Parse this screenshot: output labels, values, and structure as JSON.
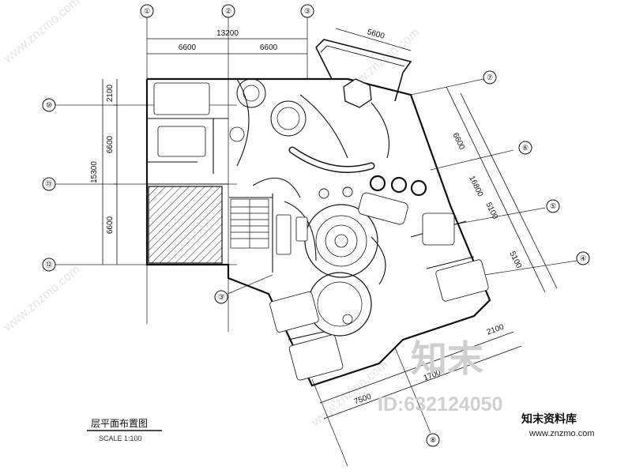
{
  "drawing": {
    "title": "层平面布置图",
    "scale": "SCALE 1:100"
  },
  "axes": {
    "top": [
      "①",
      "②",
      "③"
    ],
    "left": [
      "⑩",
      "⑪",
      "⑫"
    ],
    "right": [
      "⑦",
      "⑥",
      "⑤",
      "④",
      "③"
    ],
    "bottom": [
      "⑧"
    ]
  },
  "dimensions": {
    "top_total": "13200",
    "top_left": "6600",
    "top_right": "6600",
    "top_angled": "5600",
    "left_total": "15300",
    "left_top": "2100",
    "left_mid": "6600",
    "left_bottom": "6600",
    "right_total": "16800",
    "right_a": "6600",
    "right_b": "5100",
    "right_c": "5100",
    "bottom_a": "7500",
    "bottom_b": "1700",
    "bottom_c": "2100"
  },
  "watermark": {
    "brand": "知末",
    "id_text": "ID:632124050",
    "site_name": "知末资料库",
    "url": "www.znzmo.com",
    "diagonal": "www.znzmo.com"
  }
}
